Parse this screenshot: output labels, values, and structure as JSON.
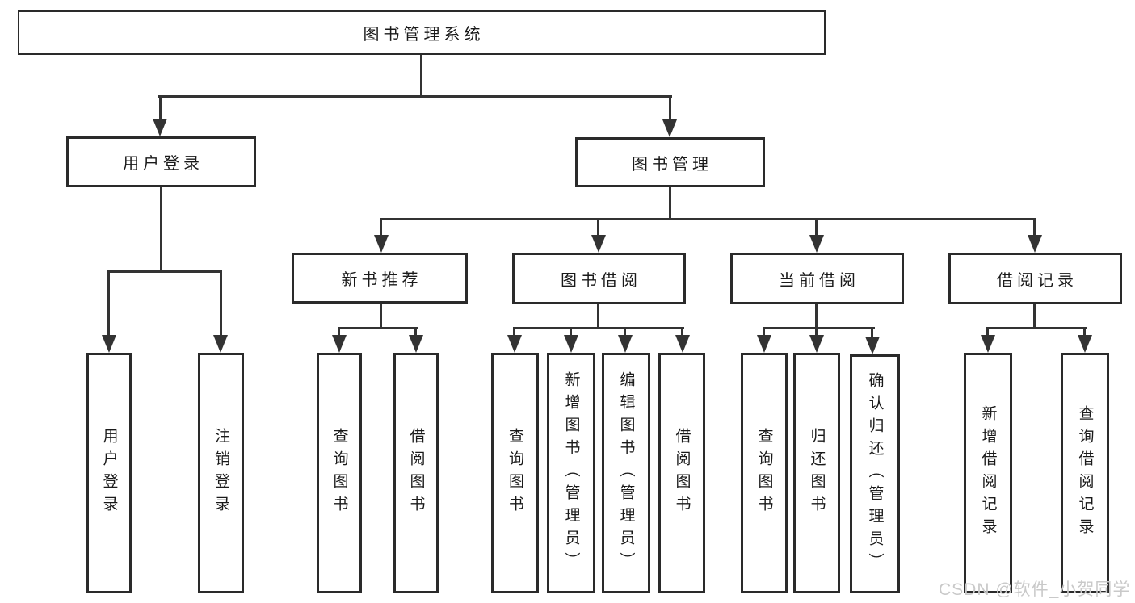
{
  "tree": {
    "label": "图书管理系统",
    "children": [
      {
        "label": "用户登录",
        "children": [
          {
            "label": "用户登录"
          },
          {
            "label": "注销登录"
          }
        ]
      },
      {
        "label": "图书管理",
        "children": [
          {
            "label": "新书推荐",
            "children": [
              {
                "label": "查询图书"
              },
              {
                "label": "借阅图书"
              }
            ]
          },
          {
            "label": "图书借阅",
            "children": [
              {
                "label": "查询图书"
              },
              {
                "label": "新增图书（管理员）"
              },
              {
                "label": "编辑图书（管理员）"
              },
              {
                "label": "借阅图书"
              }
            ]
          },
          {
            "label": "当前借阅",
            "children": [
              {
                "label": "查询图书"
              },
              {
                "label": "归还图书"
              },
              {
                "label": "确认归还（管理员）"
              }
            ]
          },
          {
            "label": "借阅记录",
            "children": [
              {
                "label": "新增借阅记录"
              },
              {
                "label": "查询借阅记录"
              }
            ]
          }
        ]
      }
    ]
  },
  "watermark": {
    "text": "CSDN @软件_小贺同学"
  },
  "colors": {
    "line": "#333333",
    "border": "#2a2a2a",
    "text": "#1a1a1a",
    "background": "#ffffff",
    "watermark": "#c9c9c9"
  }
}
